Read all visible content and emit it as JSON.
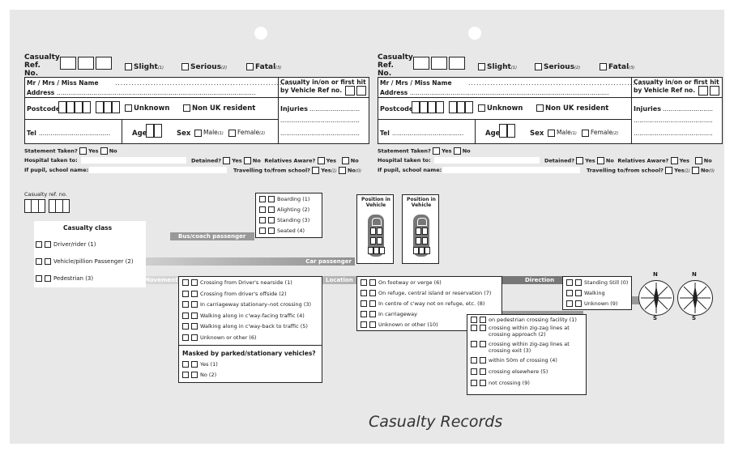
{
  "forms": [
    {
      "ref_label": "Casualty Ref. No.",
      "severity": [
        {
          "label": "Slight",
          "code": "(1)"
        },
        {
          "label": "Serious",
          "code": "(2)"
        },
        {
          "label": "Fatal",
          "code": "(3)"
        }
      ],
      "name_label": "Mr / Mrs / Miss    Name",
      "address_label": "Address",
      "postcode_label": "Postcode",
      "unknown_label": "Unknown",
      "non_uk_label": "Non UK resident",
      "casualty_hit_label": "Casualty in/on or first hit by Vehicle Ref no.",
      "injuries_label": "Injuries",
      "tel_label": "Tel",
      "age_label": "Age",
      "sex_label": "Sex",
      "male_label": "Male",
      "female_label": "Female",
      "statement_label": "Statement Taken?",
      "yes": "Yes",
      "no": "No",
      "hospital_label": "Hospital taken to:",
      "detained_label": "Detained?",
      "relatives_label": "Relatives Aware?",
      "pupil_label": "If pupil, school name:",
      "travelling_label": "Travelling to/from school?"
    }
  ],
  "lower": {
    "ref_label": "Casualty ref. no.",
    "class_title": "Casualty class",
    "classes": [
      "Driver/rider (1)",
      "Vehicle/pillion Passenger (2)",
      "Pedestrian (3)"
    ],
    "bus_label": "Bus/coach passenger",
    "bus_options": [
      "Boarding (1)",
      "Alighting (2)",
      "Standing (3)",
      "Seated (4)"
    ],
    "position_label": "Position in Vehicle",
    "car_label": "Car passenger",
    "movement_label": "Movement",
    "movement_options": [
      "Crossing from Driver's nearside (1)",
      "Crossing from driver's offside (2)",
      "In carriageway stationary–not crossing (3)",
      "Walking along in c'way-facing traffic (4)",
      "Walking along in c'way-back to traffic (5)",
      "Unknown or other (6)"
    ],
    "masked_title": "Masked by parked/stationary vehicles?",
    "masked_options": [
      "Yes (1)",
      "No (2)"
    ],
    "location_label": "Location",
    "location_options": [
      "On footway or verge (6)",
      "On refuge, central island or reservation (7)",
      "In centre of c'way not on refuge, etc. (8)",
      "In carriageway",
      "Unknown or other (10)"
    ],
    "crossing_options": [
      "on pedestrian crossing facility (1)",
      "crossing within zig-zag lines at crossing approach (2)",
      "crossing within zig-zag lines at crossing exit (3)",
      "within 50m of crossing (4)",
      "crossing elsewhere (5)",
      "not crossing (9)"
    ],
    "direction_label": "Direction",
    "direction_options": [
      "Standing Still (0)",
      "Walking",
      "Unknown (9)"
    ],
    "compass": {
      "n": "N",
      "s": "S"
    },
    "footer_title": "Casualty Records"
  }
}
